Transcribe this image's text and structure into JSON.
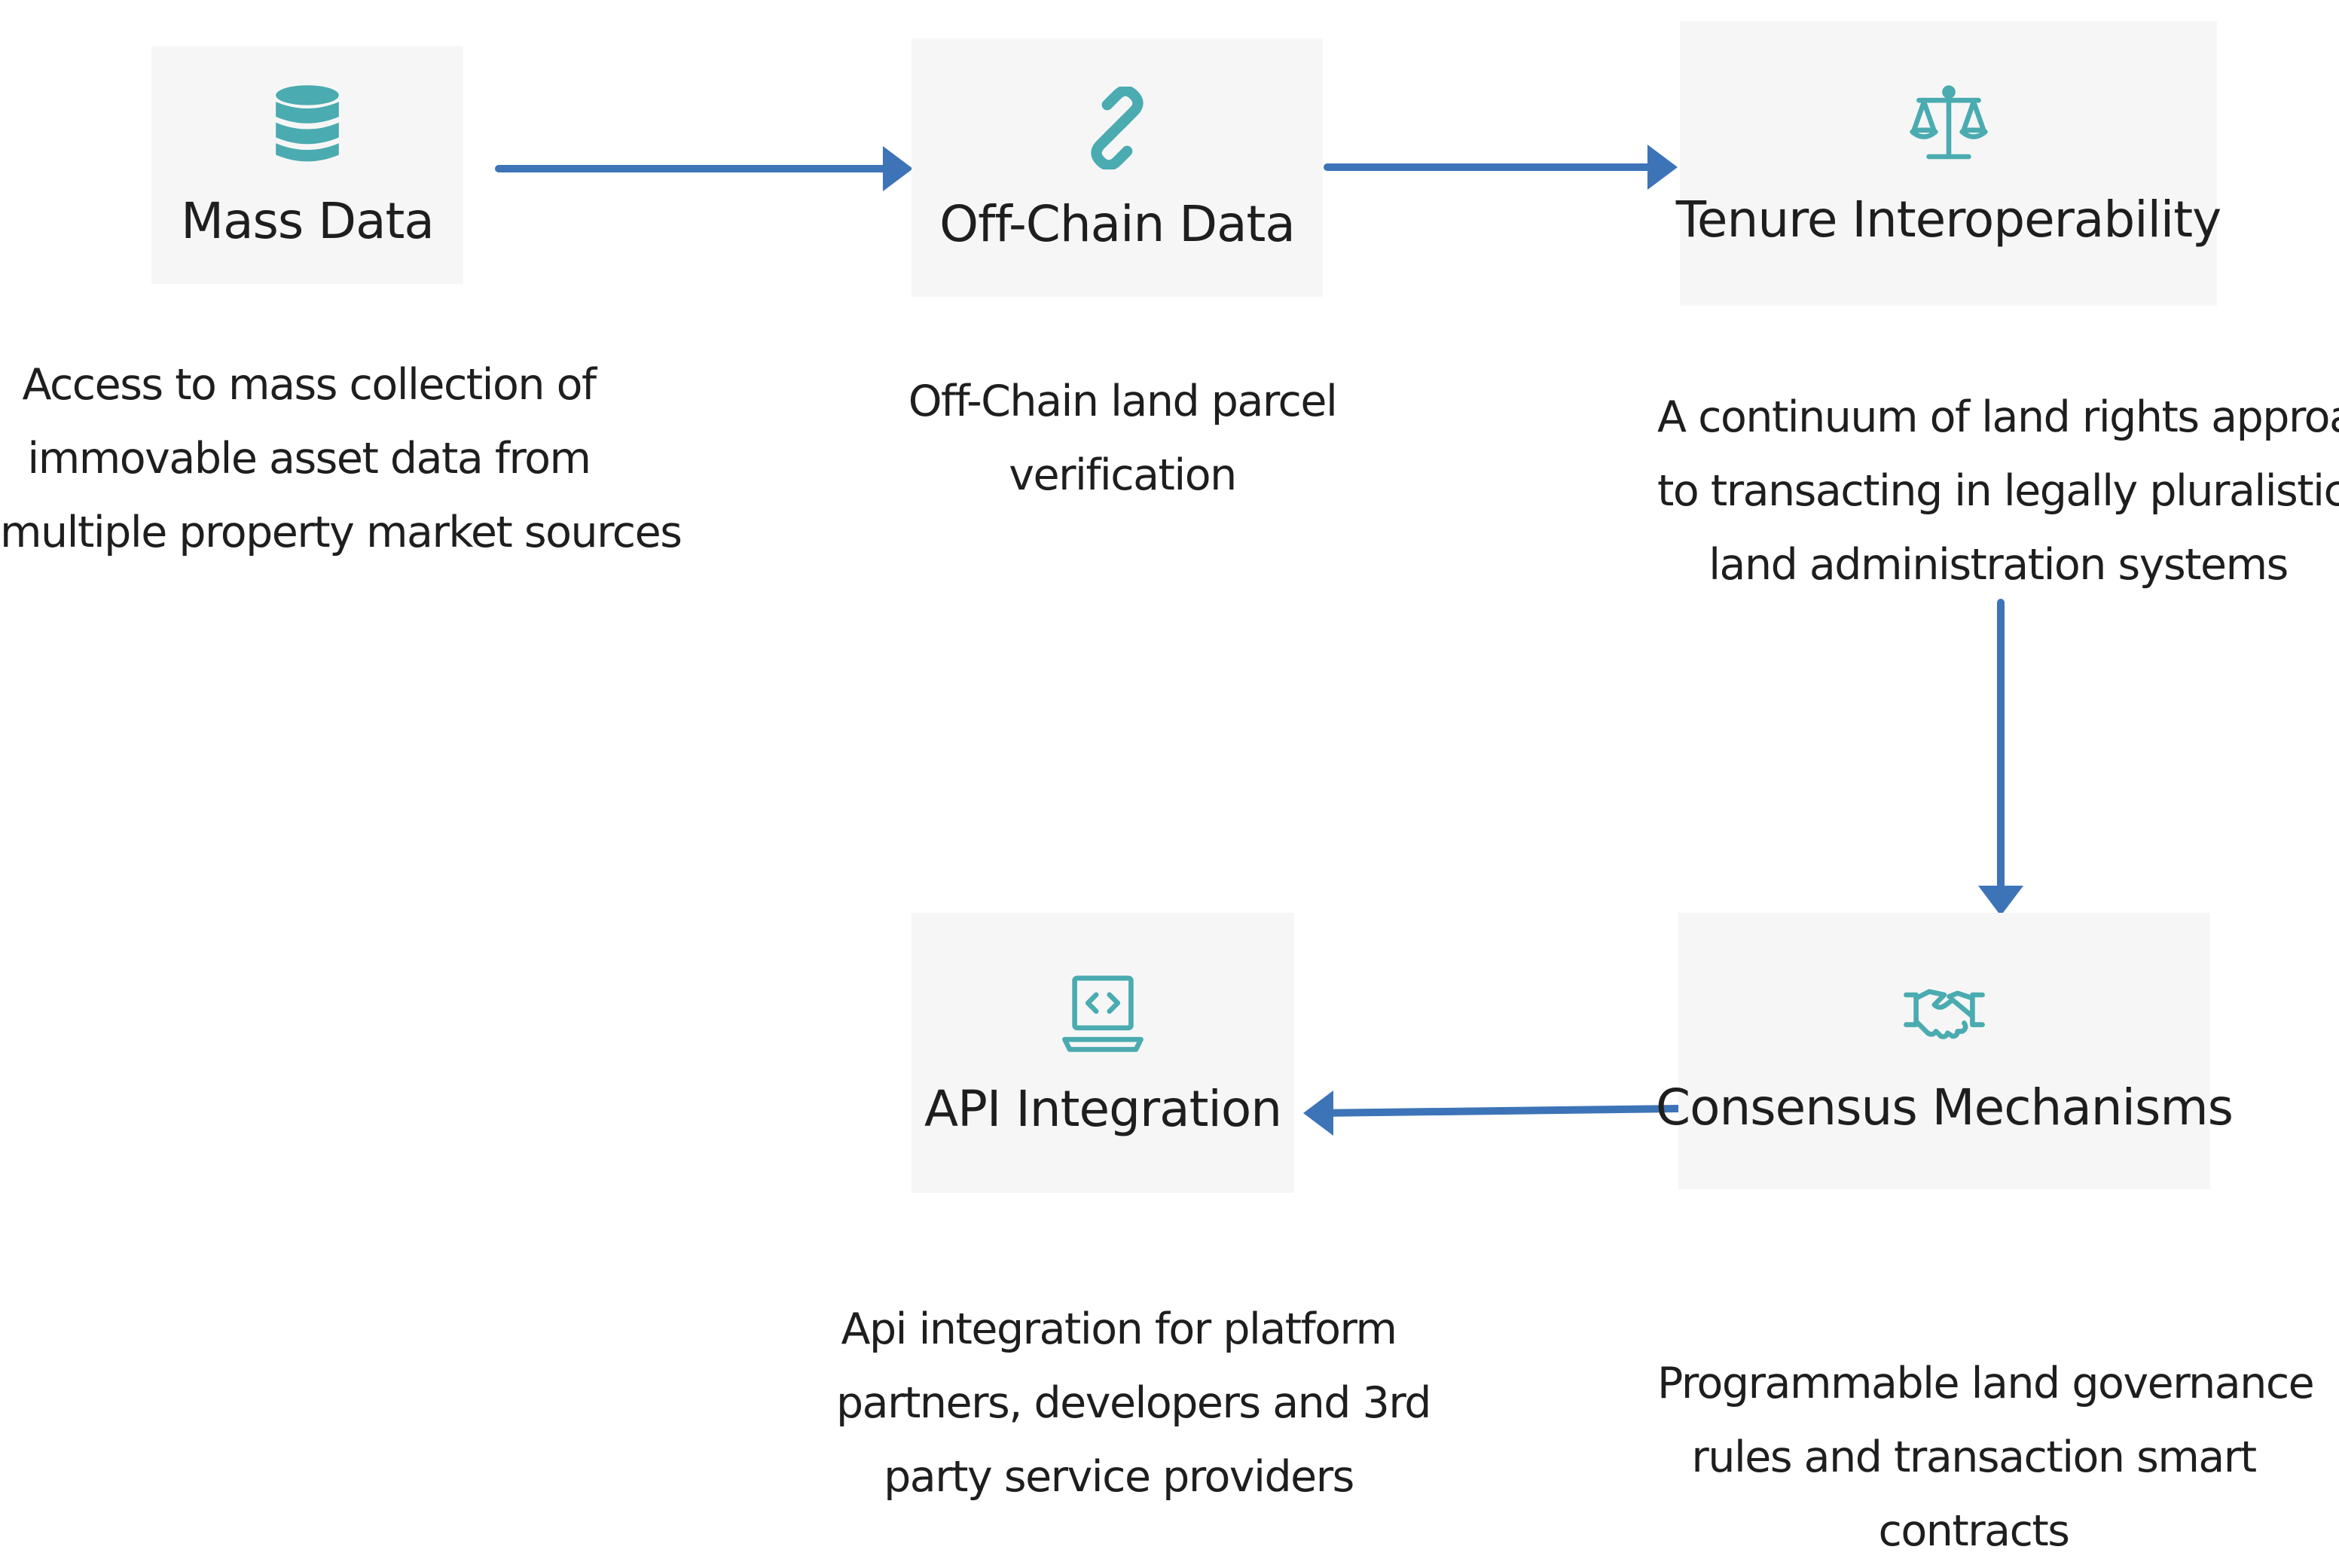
{
  "colors": {
    "node_fill": "#f6f6f6",
    "icon": "#4aabb0",
    "arrow": "#3d74b8",
    "text": "#1e1e1e"
  },
  "nodes": {
    "mass_data": {
      "icon": "database-icon",
      "title": "Mass Data",
      "desc": [
        "Access to mass collection of",
        "immovable asset data from",
        "multiple property market sources"
      ]
    },
    "off_chain": {
      "icon": "link-icon",
      "title": "Off-Chain Data",
      "desc": [
        "Off-Chain land parcel",
        "verification"
      ]
    },
    "tenure": {
      "icon": "scales-icon",
      "title": "Tenure Interoperability",
      "desc": [
        "A continuum of land rights approach",
        "to transacting in legally pluralistic",
        "land administration systems"
      ]
    },
    "consensus": {
      "icon": "handshake-icon",
      "title": "Consensus Mechanisms",
      "desc": [
        "Programmable land governance",
        "rules and transaction smart",
        "contracts"
      ]
    },
    "api": {
      "icon": "laptop-code-icon",
      "title": "API Integration",
      "desc": [
        "Api integration for platform",
        "partners, developers and 3rd",
        "party service providers"
      ]
    }
  },
  "edges": [
    {
      "from": "Mass Data",
      "to": "Off-Chain Data"
    },
    {
      "from": "Off-Chain Data",
      "to": "Tenure Interoperability"
    },
    {
      "from": "Tenure Interoperability",
      "to": "Consensus Mechanisms"
    },
    {
      "from": "Consensus Mechanisms",
      "to": "API Integration"
    }
  ]
}
